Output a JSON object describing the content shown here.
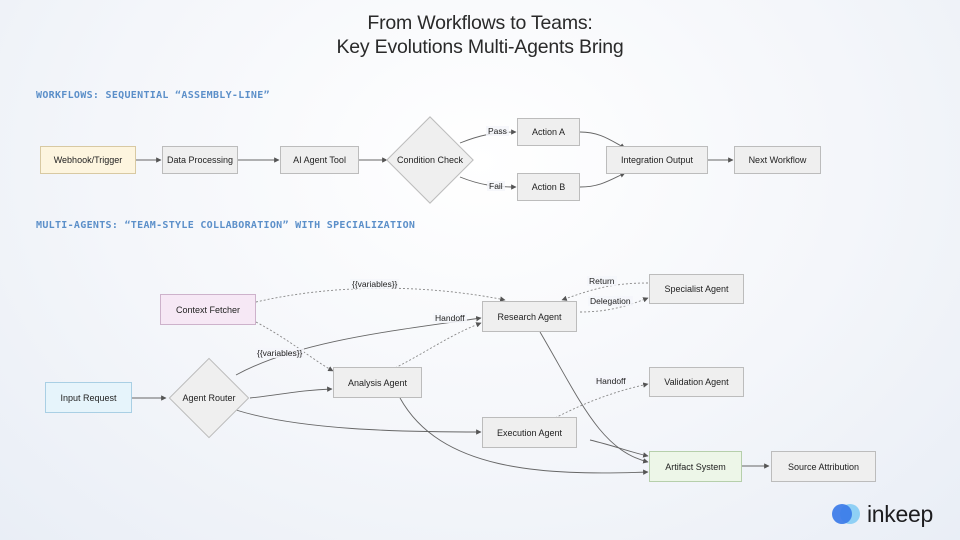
{
  "title": {
    "line1": "From Workflows to Teams:",
    "line2": "Key Evolutions Multi-Agents Bring"
  },
  "sections": {
    "workflows": "WORKFLOWS: SEQUENTIAL “ASSEMBLY-LINE”",
    "multi_agents": "MULTI-AGENTS: “TEAM-STYLE COLLABORATION” WITH SPECIALIZATION"
  },
  "workflow_nodes": {
    "webhook": "Webhook/Trigger",
    "data_processing": "Data Processing",
    "ai_agent_tool": "AI Agent Tool",
    "condition_check": "Condition Check",
    "action_a": "Action A",
    "action_b": "Action B",
    "integration_output": "Integration Output",
    "next_workflow": "Next Workflow"
  },
  "workflow_edges": {
    "pass": "Pass",
    "fail": "Fail"
  },
  "agent_nodes": {
    "context_fetcher": "Context Fetcher",
    "research_agent": "Research Agent",
    "specialist_agent": "Specialist Agent",
    "input_request": "Input Request",
    "agent_router": "Agent Router",
    "analysis_agent": "Analysis Agent",
    "validation_agent": "Validation Agent",
    "execution_agent": "Execution Agent",
    "artifact_system": "Artifact System",
    "source_attribution": "Source Attribution"
  },
  "agent_edges": {
    "variables_top": "{{variables}}",
    "variables_mid": "{{variables}}",
    "handoff_research": "Handoff",
    "handoff_validation": "Handoff",
    "return": "Return",
    "delegation": "Delegation"
  },
  "logo": {
    "text": "inkeep",
    "icon": "cloud-logo-icon",
    "colors": [
      "#3b7be8",
      "#8fd0f5"
    ]
  },
  "colors": {
    "section_label": "#5b8fc9",
    "node_fill": "#efefef",
    "node_border": "#bcbcbc",
    "edge": "#555555",
    "trigger_fill": "#fdf5df",
    "context_fill": "#f6e8f5",
    "input_fill": "#e6f4fb",
    "artifact_fill": "#edf6e8"
  }
}
